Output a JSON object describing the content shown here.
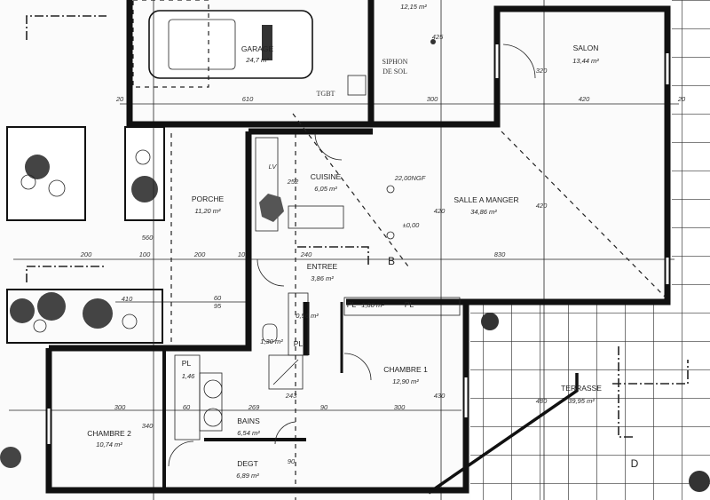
{
  "rooms": [
    {
      "name": "GARAGE",
      "area": "24,7 m²"
    },
    {
      "name": "",
      "area": "12,15 m²"
    },
    {
      "name": "SALON",
      "area": "13,44 m²"
    },
    {
      "name": "CUISINE",
      "area": "6,05 m²"
    },
    {
      "name": "SALLE A MANGER",
      "area": "34,86 m²"
    },
    {
      "name": "PORCHE",
      "area": "11,20 m²"
    },
    {
      "name": "ENTREE",
      "area": "3,86 m²"
    },
    {
      "name": "CHAMBRE 1",
      "area": "12,90 m²"
    },
    {
      "name": "CHAMBRE 2",
      "area": "10,74 m²"
    },
    {
      "name": "BAINS",
      "area": "6,54 m²"
    },
    {
      "name": "DEGT",
      "area": "6,89 m²"
    },
    {
      "name": "TERRASSE",
      "area": "39,95 m²"
    },
    {
      "name": "PL",
      "area": "1,46"
    },
    {
      "name": "PL",
      "area": "1,80 m²"
    },
    {
      "name": "",
      "area": "0,56 m²"
    },
    {
      "name": "",
      "area": "1,30 m²"
    }
  ],
  "annotations": {
    "tgbt": "TGBT",
    "siphon_1": "SIPHON",
    "siphon_2": "DE SOL",
    "level_ngf": "22,00NGF",
    "level_zero": "±0,00",
    "section_b": "B",
    "section_d": "D",
    "lv": "LV",
    "pl_1": "PL",
    "pl_2": "PL"
  },
  "dimensions": [
    "610",
    "300",
    "420",
    "320",
    "425",
    "420",
    "420",
    "200",
    "100",
    "200",
    "240",
    "830",
    "560",
    "252",
    "410",
    "60",
    "95",
    "300",
    "60",
    "269",
    "90",
    "300",
    "430",
    "480",
    "340",
    "243",
    "90",
    "20",
    "10",
    "20"
  ],
  "colors": {
    "wall": "#111111",
    "paper": "#fbfbfb",
    "grid": "#333333"
  }
}
